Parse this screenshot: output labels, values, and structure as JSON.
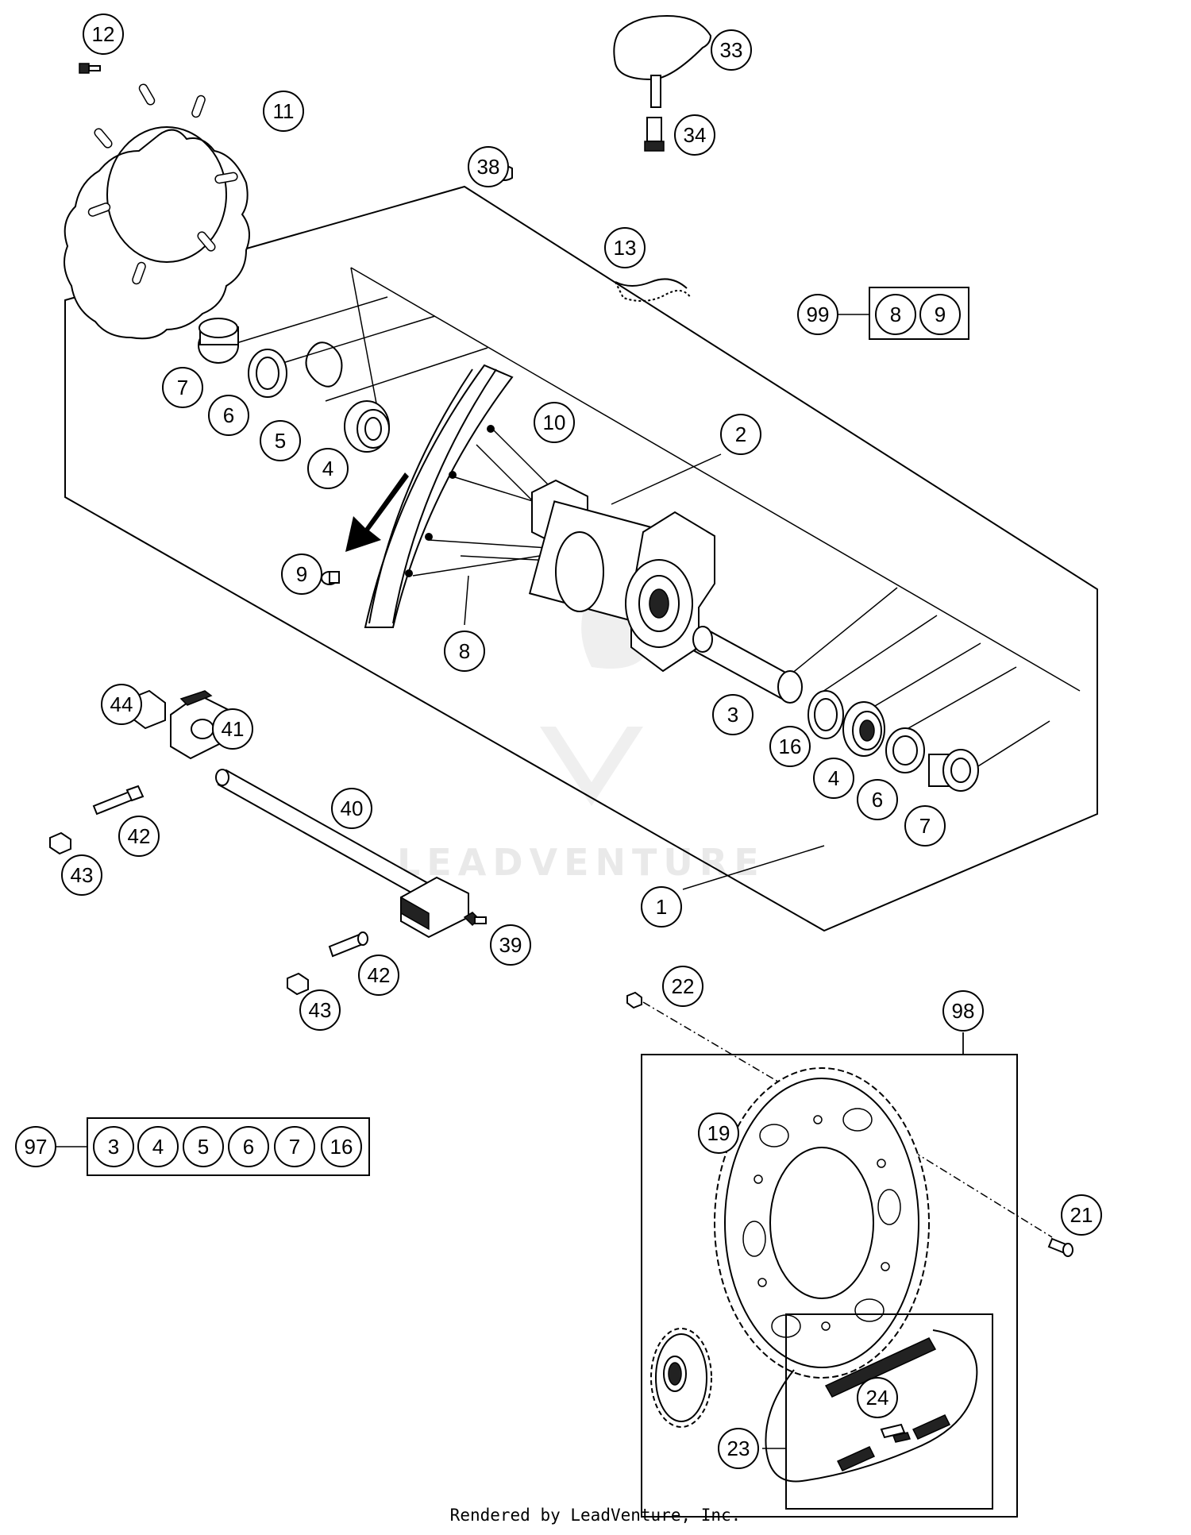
{
  "callouts": [
    {
      "id": "p12",
      "label": "12"
    },
    {
      "id": "p11",
      "label": "11"
    },
    {
      "id": "p33",
      "label": "33"
    },
    {
      "id": "p34",
      "label": "34"
    },
    {
      "id": "p38",
      "label": "38"
    },
    {
      "id": "p13",
      "label": "13"
    },
    {
      "id": "p99",
      "label": "99"
    },
    {
      "id": "p7a",
      "label": "7"
    },
    {
      "id": "p6a",
      "label": "6"
    },
    {
      "id": "p5",
      "label": "5"
    },
    {
      "id": "p4a",
      "label": "4"
    },
    {
      "id": "p10",
      "label": "10"
    },
    {
      "id": "p2",
      "label": "2"
    },
    {
      "id": "p9",
      "label": "9"
    },
    {
      "id": "p8",
      "label": "8"
    },
    {
      "id": "p3",
      "label": "3"
    },
    {
      "id": "p16",
      "label": "16"
    },
    {
      "id": "p4b",
      "label": "4"
    },
    {
      "id": "p6b",
      "label": "6"
    },
    {
      "id": "p7b",
      "label": "7"
    },
    {
      "id": "p44",
      "label": "44"
    },
    {
      "id": "p41",
      "label": "41"
    },
    {
      "id": "p40",
      "label": "40"
    },
    {
      "id": "p42a",
      "label": "42"
    },
    {
      "id": "p43a",
      "label": "43"
    },
    {
      "id": "p1",
      "label": "1"
    },
    {
      "id": "p39",
      "label": "39"
    },
    {
      "id": "p42b",
      "label": "42"
    },
    {
      "id": "p43b",
      "label": "43"
    },
    {
      "id": "p22",
      "label": "22"
    },
    {
      "id": "p98",
      "label": "98"
    },
    {
      "id": "p19",
      "label": "19"
    },
    {
      "id": "p97",
      "label": "97"
    },
    {
      "id": "p21",
      "label": "21"
    },
    {
      "id": "p24",
      "label": "24"
    },
    {
      "id": "p23",
      "label": "23"
    }
  ],
  "kit99": {
    "label": "99",
    "items": [
      "8",
      "9"
    ]
  },
  "kit97": {
    "label": "97",
    "items": [
      "3",
      "4",
      "5",
      "6",
      "7",
      "16"
    ]
  },
  "watermark": "LEADVENTURE",
  "footer": "Rendered by LeadVenture, Inc."
}
